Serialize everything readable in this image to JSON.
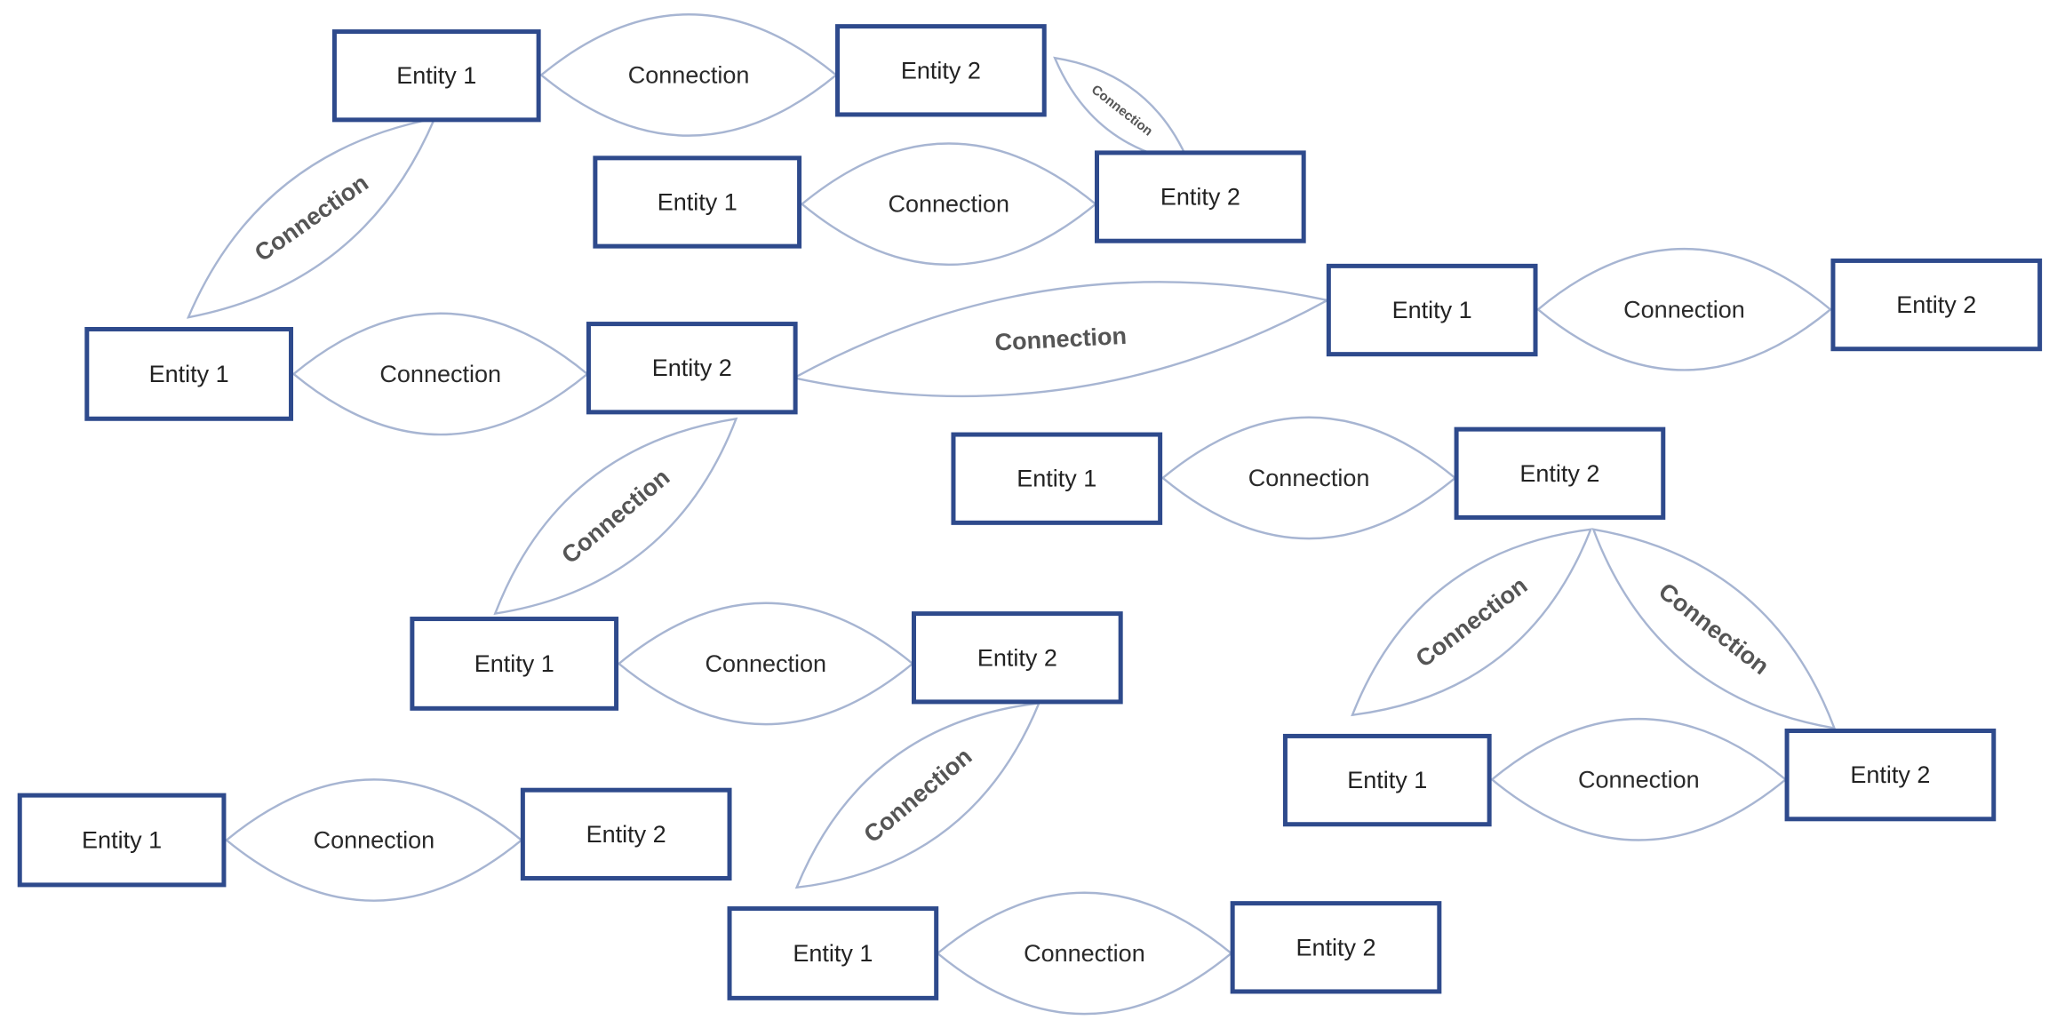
{
  "entities": [
    {
      "label": "Entity 1"
    },
    {
      "label": "Entity 2"
    },
    {
      "label": "Entity 1"
    },
    {
      "label": "Entity 2"
    },
    {
      "label": "Entity 1"
    },
    {
      "label": "Entity 2"
    },
    {
      "label": "Entity 1"
    },
    {
      "label": "Entity 2"
    },
    {
      "label": "Entity 1"
    },
    {
      "label": "Entity 2"
    },
    {
      "label": "Entity 1"
    },
    {
      "label": "Entity 2"
    },
    {
      "label": "Entity 1"
    },
    {
      "label": "Entity 2"
    },
    {
      "label": "Entity 1"
    },
    {
      "label": "Entity 2"
    },
    {
      "label": "Entity 1"
    },
    {
      "label": "Entity 2"
    }
  ],
  "connections": [
    {
      "label": "Connection"
    },
    {
      "label": "Connection"
    },
    {
      "label": "Connection"
    },
    {
      "label": "Connection"
    },
    {
      "label": "Connection"
    },
    {
      "label": "Connection"
    },
    {
      "label": "Connection"
    },
    {
      "label": "Connection"
    },
    {
      "label": "Connection"
    },
    {
      "label": "Connection"
    },
    {
      "label": "Connection"
    },
    {
      "label": "Connection"
    },
    {
      "label": "Connection"
    },
    {
      "label": "Connection"
    },
    {
      "label": "Connection"
    },
    {
      "label": "Connection"
    },
    {
      "label": "Connection"
    }
  ],
  "colors": {
    "entity_border": "#2e4a8c",
    "connection_line": "#a7b5d2"
  }
}
